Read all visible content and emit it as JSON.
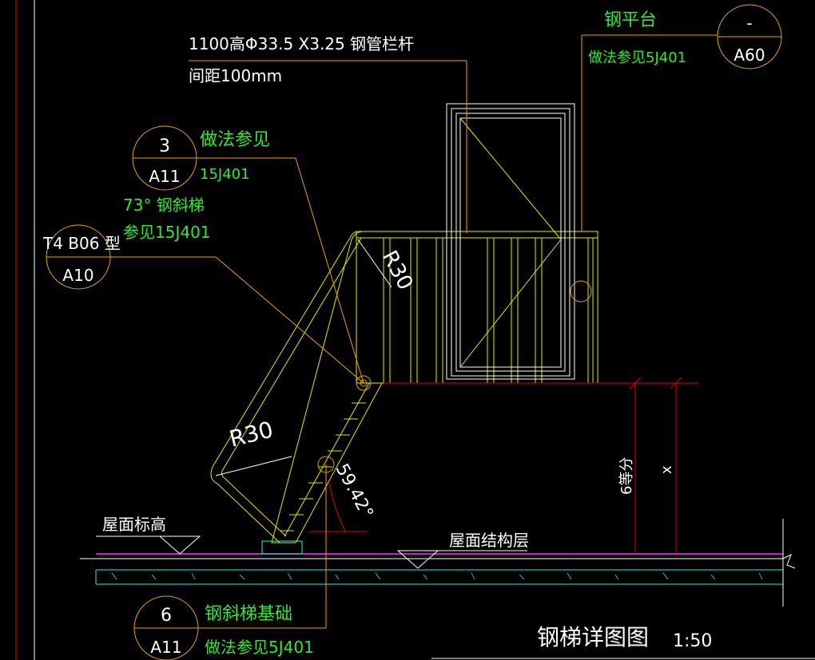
{
  "drawing": {
    "title": "钢梯详图图",
    "scale": "1:50",
    "railing_note_line1": "1100高Φ33.5 X3.25 钢管栏杆",
    "railing_note_line2": "间距100mm",
    "platform_label": "钢平台",
    "platform_ref": "做法参见5J401",
    "platform_symbol_top": "-",
    "platform_symbol_bottom": "A60",
    "detail3_top": "3",
    "detail3_bottom": "A11",
    "detail3_text1": "做法参见",
    "detail3_text2": "15J401",
    "ladder_label1": "73° 钢斜梯",
    "ladder_label2": "参见15J401",
    "t4_label": "T4 B06 型",
    "t4_bottom": "A10",
    "radius_upper": "R30",
    "radius_lower": "R30",
    "angle": "59.42°",
    "dim_divisions": "6等分",
    "dim_x": "x",
    "roof_elevation": "屋面标高",
    "roof_structure": "屋面结构层",
    "detail6_top": "6",
    "detail6_bottom": "A11",
    "detail6_text1": "钢斜梯基础",
    "detail6_text2": "做法参见5J401"
  }
}
